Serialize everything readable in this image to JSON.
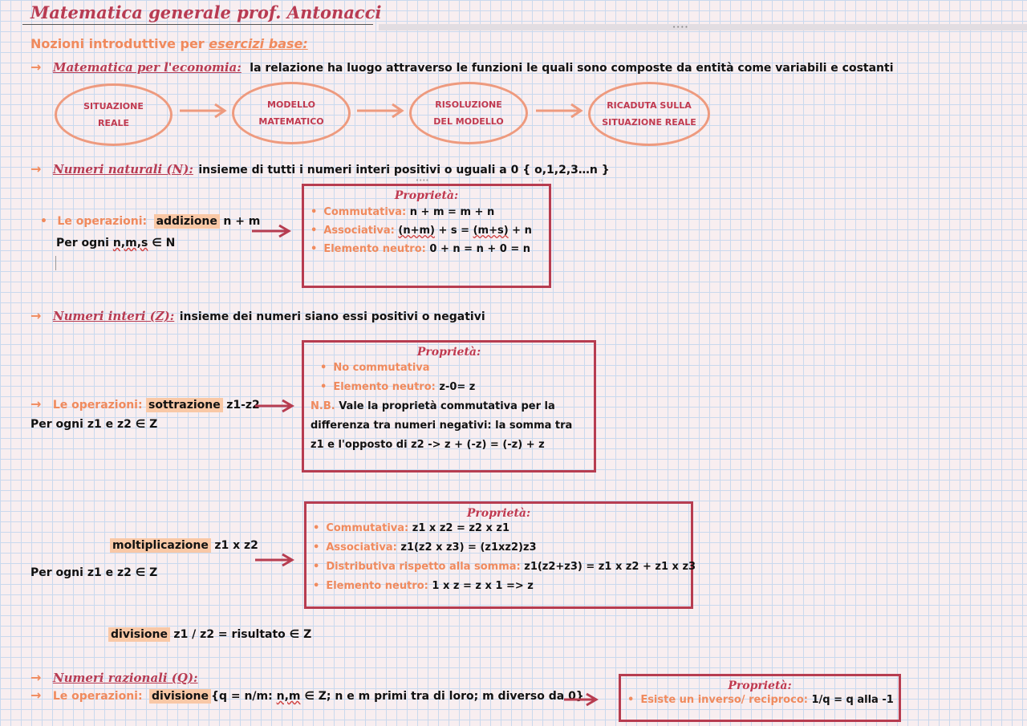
{
  "title": "Matematica generale prof. Antonacci",
  "section": {
    "prefix": "Nozioni introduttive per",
    "emphasis": "esercizi base:"
  },
  "arrow_glyph": "→",
  "economia": {
    "heading": "Matematica per l'economia:",
    "text": "la relazione ha luogo attraverso le funzioni le quali sono composte da entità come variabili e costanti",
    "flow": [
      {
        "line1": "SITUAZIONE",
        "line2": "REALE"
      },
      {
        "line1": "MODELLO",
        "line2": "MATEMATICO"
      },
      {
        "line1": "RISOLUZIONE",
        "line2": "DEL MODELLO"
      },
      {
        "line1": "RICADUTA SULLA",
        "line2": "SITUAZIONE REALE"
      }
    ]
  },
  "naturali": {
    "heading": "Numeri naturali (N):",
    "text": "insieme di tutti i numeri interi positivi o uguali a 0  { o,1,2,3…n }",
    "ops_label": "Le operazioni:",
    "op_name": "addizione",
    "op_expr": "n + m",
    "forall_prefix": "Per ogni",
    "forall_vars": "n,m,s",
    "forall_suffix": "∈ N",
    "box_title": "Proprietà:",
    "props": [
      {
        "label": "Commutativa:",
        "pre": "",
        "sq": "",
        "value": "n + m = m + n"
      },
      {
        "label": "Associativa:",
        "pre": "",
        "sq": "(n+m)",
        "mid": " + s = ",
        "sq2": "(m+s)",
        "value": " + n"
      },
      {
        "label": "Elemento neutro:",
        "pre": "",
        "sq": "",
        "value": "0 + n = n + 0 = n"
      }
    ]
  },
  "interi": {
    "heading": "Numeri interi (Z):",
    "text": "insieme dei numeri siano essi positivi o negativi",
    "ops_label": "Le operazioni:",
    "sottrazione": {
      "op_name": "sottrazione",
      "op_expr": "z1-z2",
      "forall": "Per ogni z1 e z2 ∈ Z",
      "box_title": "Proprietà:",
      "props": [
        {
          "label": "No commutativa",
          "value": ""
        },
        {
          "label": "Elemento neutro:",
          "value": "z-0= z"
        }
      ],
      "nb_label": "N.B.",
      "nb_lines": [
        "Vale la proprietà commutativa per la",
        "differenza tra numeri negativi: la somma tra",
        "z1 e l'opposto di z2 -> z + (-z) = (-z) + z"
      ]
    },
    "moltiplicazione": {
      "op_name": "moltiplicazione",
      "op_expr": "z1 x z2",
      "forall": "Per ogni z1 e z2 ∈ Z",
      "box_title": "Proprietà:",
      "props": [
        {
          "label": "Commutativa:",
          "value": "z1 x z2 = z2 x z1"
        },
        {
          "label": "Associativa:",
          "value": "z1(z2 x z3) = (z1xz2)z3"
        },
        {
          "label": "Distributiva rispetto alla somma:",
          "value": "z1(z2+z3) = z1 x z2 + z1 x z3"
        },
        {
          "label": "Elemento neutro:",
          "value": "1 x z = z x 1 => z"
        }
      ]
    },
    "divisione": {
      "op_name": "divisione",
      "op_expr": "z1 / z2 = risultato ∈ Z"
    }
  },
  "razionali": {
    "heading": "Numeri razionali (Q):",
    "ops_label": "Le operazioni:",
    "op_name": "divisione",
    "expr_pre": "{q = n/m: ",
    "expr_sq": "n,m",
    "expr_post": " ∈ Z; n e m primi tra di loro; m diverso da 0}",
    "box_title": "Proprietà:",
    "prop_label": "Esiste un inverso/ reciproco:",
    "prop_value": "1/q = q alla -1"
  }
}
